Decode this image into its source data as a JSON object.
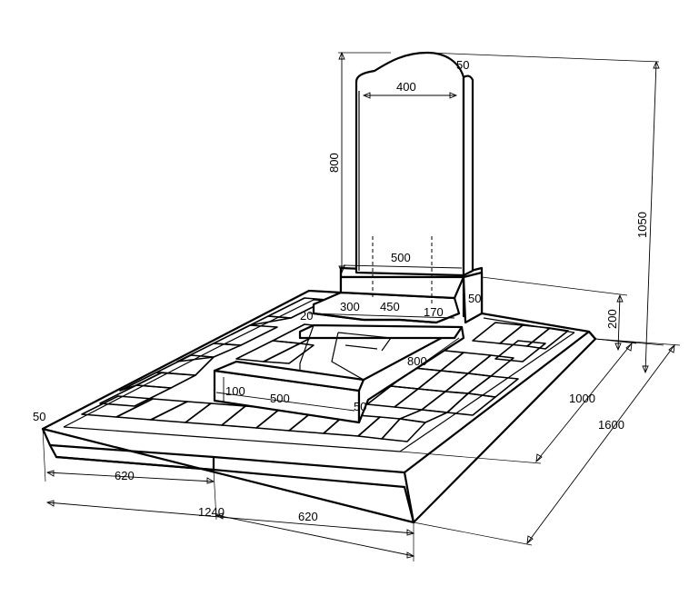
{
  "dimensions": {
    "stele_width": "400",
    "stele_top_thickness": "50",
    "stele_height": "800",
    "total_height": "1050",
    "pedestal_width": "500",
    "pedestal_thickness": "50",
    "pedestal_height": "200",
    "slab_left_offset": "20",
    "slab_part_a": "300",
    "slab_part_b": "450",
    "slab_part_c": "170",
    "border_length": "800",
    "border_height": "100",
    "border_width": "500",
    "border_thickness": "50",
    "platform_width": "1000",
    "platform_length": "1600",
    "curb_thickness": "50",
    "front_left": "620",
    "front_total": "1240",
    "front_right": "620"
  }
}
